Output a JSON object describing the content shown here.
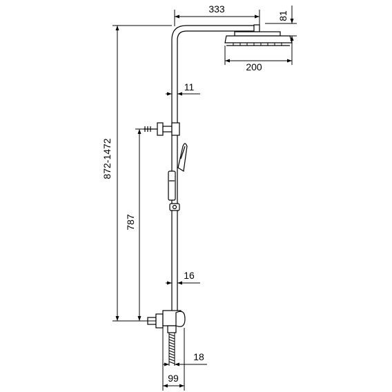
{
  "diagram": {
    "dimensions": {
      "arm_reach": "333",
      "head_height": "81",
      "head_diameter": "200",
      "riser_pipe_lower_diameter": "11",
      "overall_height_range": "872-1472",
      "bracket_to_valve_height": "787",
      "riser_pipe_upper_diameter": "16",
      "inlet_diameter": "18",
      "wall_to_center": "99"
    }
  }
}
